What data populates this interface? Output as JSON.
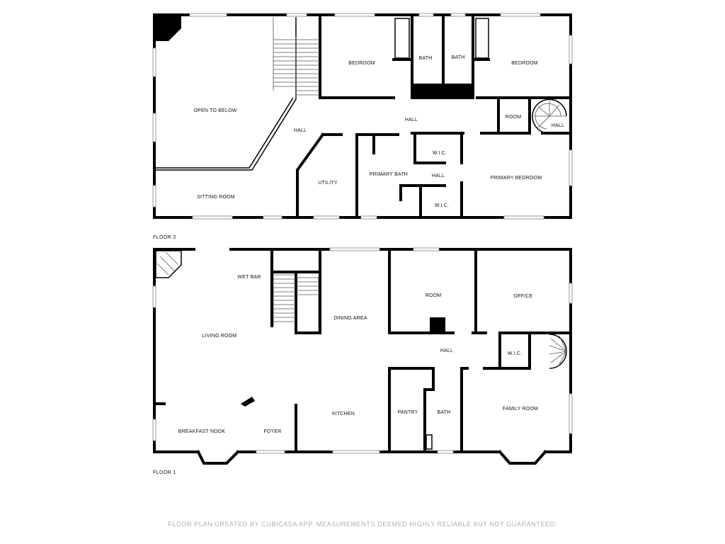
{
  "floors": [
    {
      "label": "FLOOR 2",
      "rooms": [
        "OPEN TO BELOW",
        "BEDROOM",
        "BATH",
        "BATH",
        "BEDROOM",
        "HALL",
        "HALL",
        "ROOM",
        "HALL",
        "W.I.C.",
        "PRIMARY BATH",
        "HALL",
        "PRIMARY BEDROOM",
        "UTILITY",
        "SITTING ROOM",
        "W.I.C."
      ]
    },
    {
      "label": "FLOOR 1",
      "rooms": [
        "WET BAR",
        "LIVING ROOM",
        "DINING AREA",
        "ROOM",
        "OFFICE",
        "HALL",
        "W.I.C.",
        "KITCHEN",
        "PANTRY",
        "BATH",
        "FAMILY ROOM",
        "BREAKFAST NOOK",
        "FOYER"
      ]
    }
  ],
  "disclaimer": "FLOOR PLAN CREATED BY CUBICASA APP. MEASUREMENTS DEEMED HIGHLY RELIABLE BUT NOT GUARANTEED."
}
